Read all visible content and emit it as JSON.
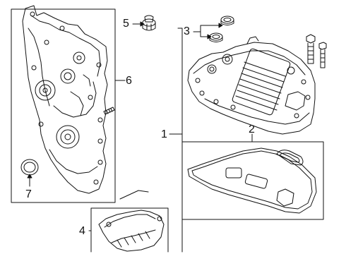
{
  "diagram": {
    "callouts": {
      "c1": "1",
      "c2": "2",
      "c3": "3",
      "c4": "4",
      "c5": "5",
      "c6": "6",
      "c7": "7"
    },
    "colors": {
      "line": "#111111",
      "background": "#ffffff"
    }
  }
}
